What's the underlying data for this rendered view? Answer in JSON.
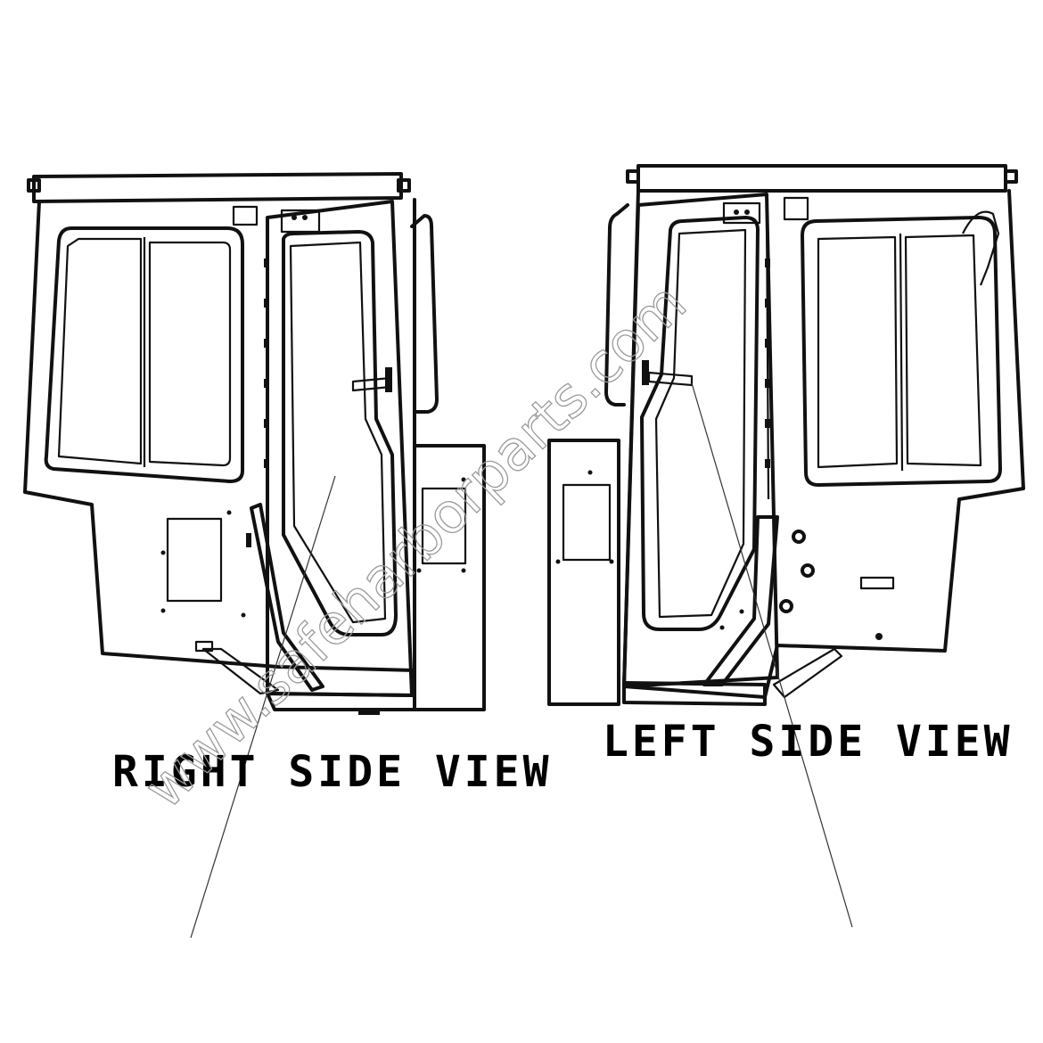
{
  "labels": {
    "right_view": "RIGHT SIDE VIEW",
    "left_view": "LEFT SIDE VIEW"
  },
  "watermark": "www.safeharborparts.com",
  "colors": {
    "ink": "#111111",
    "background": "#ffffff",
    "watermark": "#9a9a9a"
  }
}
